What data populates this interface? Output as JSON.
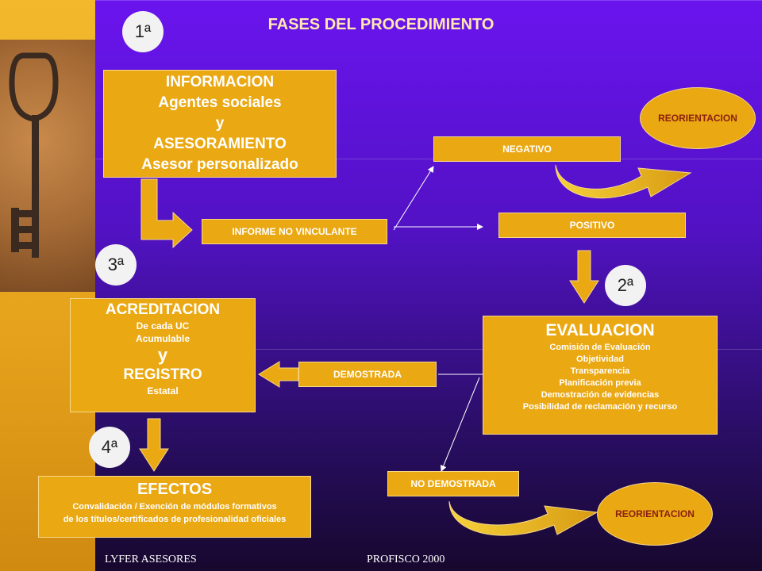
{
  "title": "FASES DEL PROCEDIMIENTO",
  "phases": {
    "first": "1ª",
    "second": "2ª",
    "third": "3ª",
    "fourth": "4ª"
  },
  "informacion_box": {
    "line1": "INFORMACION",
    "line2": "Agentes sociales",
    "line3": "y",
    "line4": "ASESORAMIENTO",
    "line5": "Asesor personalizado"
  },
  "informe": "INFORME NO VINCULANTE",
  "negativo": "NEGATIVO",
  "positivo": "POSITIVO",
  "reorientacion_top": "REORIENTACION",
  "reorientacion_bottom": "REORIENTACION",
  "evaluacion": {
    "title": "EVALUACION",
    "items": [
      "Comisión de Evaluación",
      "Objetividad",
      "Transparencia",
      "Planificación previa",
      "Demostración  de evidencias",
      "Posibilidad de reclamación y recurso"
    ]
  },
  "demostrada": "DEMOSTRADA",
  "no_demostrada": "NO DEMOSTRADA",
  "acreditacion": {
    "title": "ACREDITACION",
    "sub1": "De cada UC",
    "sub2": "Acumulable",
    "y": "y",
    "registro": "REGISTRO",
    "sub3": "Estatal"
  },
  "efectos": {
    "title": "EFECTOS",
    "line1": "Convalidación / Exención de módulos formativos",
    "line2": "de los títulos/certificados de profesionalidad oficiales"
  },
  "footer": {
    "left": "LYFER ASESORES",
    "right": "PROFISCO 2000"
  },
  "colors": {
    "box_fill": "#eaa813",
    "background": "#5a14d6",
    "band": "#e9a41e"
  }
}
